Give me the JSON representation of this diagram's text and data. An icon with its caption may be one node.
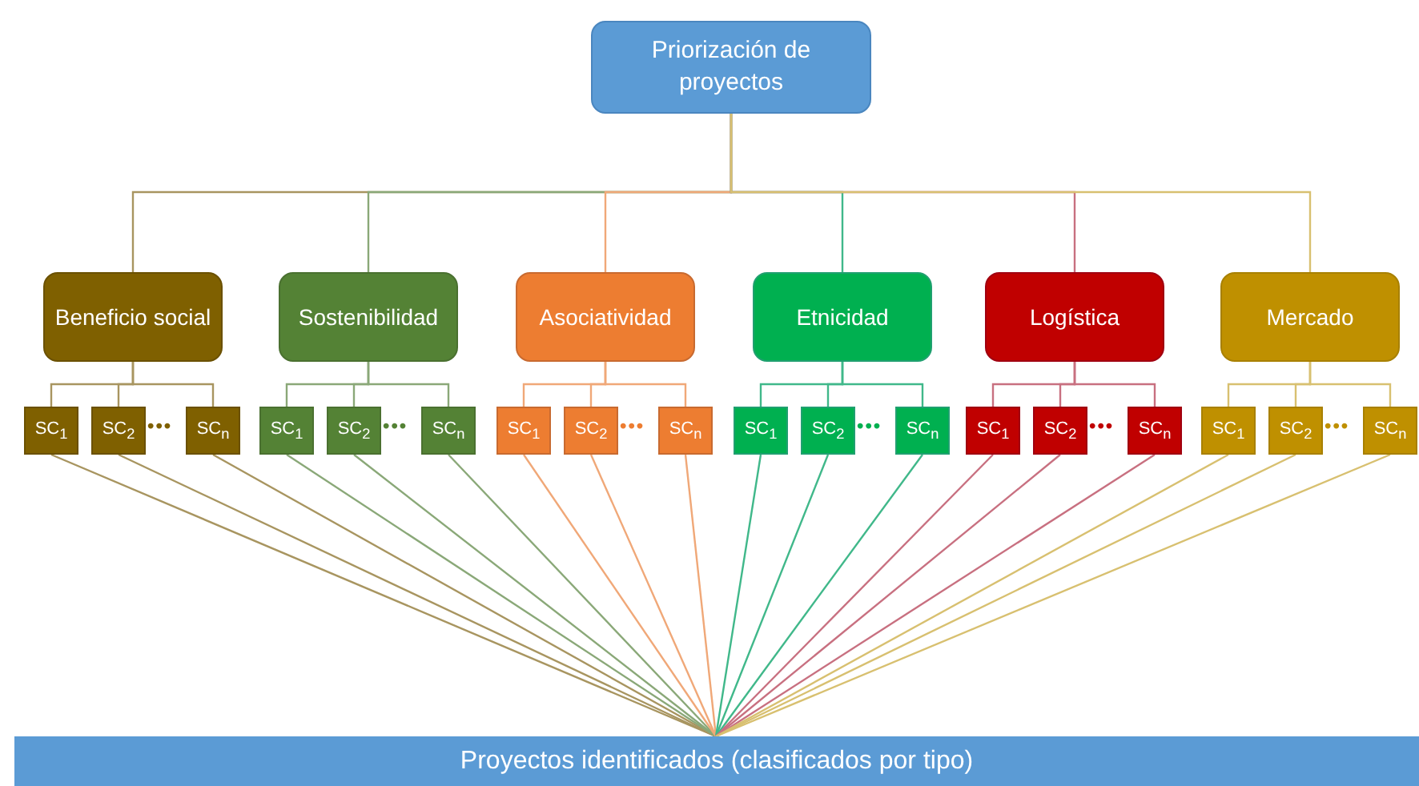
{
  "diagram": {
    "nodes": [
      {
        "text": [
          "Priorización de proyectos"
        ]
      },
      {
        "text": [
          "Beneficio social"
        ]
      },
      {
        "text": [
          "Sostenibilidad"
        ]
      },
      {
        "text": [
          "Asociatividad"
        ]
      },
      {
        "text": [
          "Etnicidad"
        ]
      },
      {
        "text": [
          "Logística"
        ]
      },
      {
        "text": [
          "Mercado"
        ]
      },
      {
        "text": [
          "SC$_{1}$"
        ]
      },
      {
        "text": [
          "SC$_{2}$"
        ]
      },
      {
        "text": [
          "SC$_{n}$"
        ]
      },
      {
        "text": [
          "SC$_{1}$"
        ]
      },
      {
        "text": [
          "SC$_{2}$"
        ]
      },
      {
        "text": [
          "SC$_{n}$"
        ]
      },
      {
        "text": [
          "SC$_{1}$"
        ]
      },
      {
        "text": [
          "SC$_{2}$"
        ]
      },
      {
        "text": [
          "SC$_{n}$"
        ]
      },
      {
        "text": [
          "SC$_{1}$"
        ]
      },
      {
        "text": [
          "SC$_{2}$"
        ]
      },
      {
        "text": [
          "SC$_{n}$"
        ]
      },
      {
        "text": [
          "SC$_{1}$"
        ]
      },
      {
        "text": [
          "SC$_{2}$"
        ]
      },
      {
        "text": [
          "SC$_{n}$"
        ]
      },
      {
        "text": [
          "SC$_{1}$"
        ]
      },
      {
        "text": [
          "SC$_{2}$"
        ]
      },
      {
        "text": [
          "SC$_{n}$"
        ]
      },
      {
        "text": [
          "Proyectos identificados (clasificados por tipo)"
        ]
      }
    ],
    "edges": [
      {
        "from": 0,
        "to": 1,
        "arrow": "none",
        "color": "#a89560"
      },
      {
        "from": 0,
        "to": 2,
        "arrow": "none",
        "color": "#8aa878"
      },
      {
        "from": 0,
        "to": 3,
        "arrow": "none",
        "color": "#f0a878"
      },
      {
        "from": 0,
        "to": 4,
        "arrow": "none",
        "color": "#40b88a"
      },
      {
        "from": 0,
        "to": 5,
        "arrow": "none",
        "color": "#c87080"
      },
      {
        "from": 0,
        "to": 6,
        "arrow": "none",
        "color": "#d8c070"
      },
      {
        "from": 1,
        "to": 7,
        "arrow": "none",
        "color": "#a89560"
      },
      {
        "from": 1,
        "to": 8,
        "arrow": "none",
        "color": "#a89560"
      },
      {
        "from": 1,
        "to": 9,
        "arrow": "none",
        "color": "#a89560"
      },
      {
        "from": 2,
        "to": 10,
        "arrow": "none",
        "color": "#8aa878"
      },
      {
        "from": 2,
        "to": 11,
        "arrow": "none",
        "color": "#8aa878"
      },
      {
        "from": 2,
        "to": 12,
        "arrow": "none",
        "color": "#8aa878"
      },
      {
        "from": 3,
        "to": 13,
        "arrow": "none",
        "color": "#f0a878"
      },
      {
        "from": 3,
        "to": 14,
        "arrow": "none",
        "color": "#f0a878"
      },
      {
        "from": 3,
        "to": 15,
        "arrow": "none",
        "color": "#f0a878"
      },
      {
        "from": 4,
        "to": 16,
        "arrow": "none",
        "color": "#40b88a"
      },
      {
        "from": 4,
        "to": 17,
        "arrow": "none",
        "color": "#40b88a"
      },
      {
        "from": 4,
        "to": 18,
        "arrow": "none",
        "color": "#40b88a"
      },
      {
        "from": 5,
        "to": 19,
        "arrow": "none",
        "color": "#c87080"
      },
      {
        "from": 5,
        "to": 20,
        "arrow": "none",
        "color": "#c87080"
      },
      {
        "from": 5,
        "to": 21,
        "arrow": "none",
        "color": "#c87080"
      },
      {
        "from": 6,
        "to": 22,
        "arrow": "none",
        "color": "#d8c070"
      },
      {
        "from": 6,
        "to": 23,
        "arrow": "none",
        "color": "#d8c070"
      },
      {
        "from": 6,
        "to": 24,
        "arrow": "none",
        "color": "#d8c070"
      },
      {
        "from": 7,
        "to": 25,
        "arrow": "none",
        "color": "#a89560"
      },
      {
        "from": 8,
        "to": 25,
        "arrow": "none",
        "color": "#a89560"
      },
      {
        "from": 9,
        "to": 25,
        "arrow": "none",
        "color": "#a89560"
      },
      {
        "from": 10,
        "to": 25,
        "arrow": "none",
        "color": "#8aa878"
      },
      {
        "from": 11,
        "to": 25,
        "arrow": "none",
        "color": "#8aa878"
      },
      {
        "from": 12,
        "to": 25,
        "arrow": "none",
        "color": "#8aa878"
      },
      {
        "from": 13,
        "to": 25,
        "arrow": "none",
        "color": "#f0a878"
      },
      {
        "from": 14,
        "to": 25,
        "arrow": "none",
        "color": "#f0a878"
      },
      {
        "from": 15,
        "to": 25,
        "arrow": "none",
        "color": "#f0a878"
      },
      {
        "from": 16,
        "to": 25,
        "arrow": "none",
        "color": "#40b88a"
      },
      {
        "from": 17,
        "to": 25,
        "arrow": "none",
        "color": "#40b88a"
      },
      {
        "from": 18,
        "to": 25,
        "arrow": "none",
        "color": "#40b88a"
      },
      {
        "from": 19,
        "to": 25,
        "arrow": "none",
        "color": "#c87080"
      },
      {
        "from": 20,
        "to": 25,
        "arrow": "none",
        "color": "#c87080"
      },
      {
        "from": 21,
        "to": 25,
        "arrow": "none",
        "color": "#c87080"
      },
      {
        "from": 22,
        "to": 25,
        "arrow": "none",
        "color": "#d8c070"
      },
      {
        "from": 23,
        "to": 25,
        "arrow": "none",
        "color": "#d8c070"
      },
      {
        "from": 24,
        "to": 25,
        "arrow": "none",
        "color": "#d8c070"
      }
    ],
    "labels": [
      "•••",
      "•••",
      "•••",
      "•••",
      "•••",
      "•••"
    ]
  }
}
